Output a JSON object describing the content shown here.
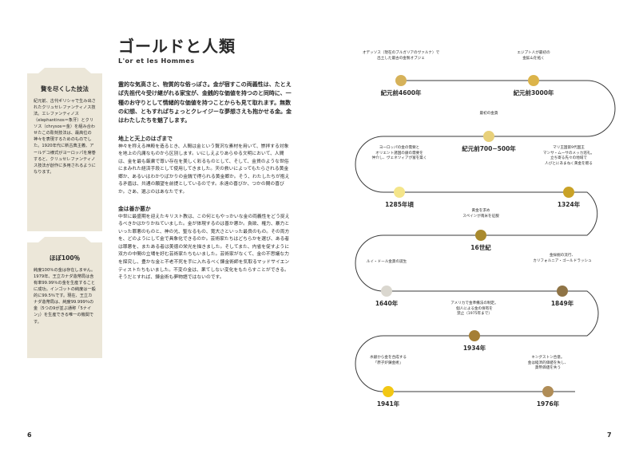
{
  "title": "ゴールドと人類",
  "subtitle": "L'or et les Hommes",
  "sidebar": {
    "box1": {
      "heading": "贅を尽くした技法",
      "text": "紀元前、古代ギリシャで生み出されたクリュセレファンティノス技法。エレファンティノス（elephantinos＝象牙）とクリソス（chrysos＝金）を組み合わせたこの彫刻技法は、最高位の神々を表現するためのものでした。1920年代に新古典主義、アールデコ様式がヨーロッパを席巻すると、クリュセレファンティノス技法が創作に多用されるようになります。"
    },
    "box2": {
      "heading": "ほぼ100％",
      "text": "純度100％の金は存在しません。1979年、王立カナダ造幣局は含有率99.99％の金を生産することに成功。インゴットの純度は一般的に99.5％です。現在、王立カナダ造幣局は、純度99.999％の金（5つの9が並ぶ通称「5ナイン」）を生産できる唯一の機関です。"
    }
  },
  "intro": "霊的な気高さと、物質的な俗っぽさ。金が宿すこの両義性は、たとえば先祖代々受け継がれる家宝が、金銭的な価値を持つのと同時に、一種のお守りとして情緒的な価値を持つことからも見て取れます。無数の幻想、ともすればちょっとクレイジーな夢想さえも抱かせる金。金はわたしたちを魅了します。",
  "sections": [
    {
      "heading": "地上と天上のはざまで",
      "text": "神々を称える神殿を造るとき、人間は金という贅沢な素材を用いて、崇拝する対象を地上の凡庸なものから区別します。いにしえよりあらゆる文明において、人間は、金を最も厳粛で尊い存在を美しく彩るものとして、そして、金貨のような世俗にまみれた経済手段として使用してきました。天の救いによってもたらされる黄金郷か、あるいはわかりばかりの金銭で得られる黄金郷か。そう、わたしたちが抱える矛盾は、共通の願望を前提としているのです。永遠の喜びか、つかの間の喜びか。さあ、選ぶのはあなたです。"
    },
    {
      "heading": "金は善か悪か",
      "text": "中世に最盛期を迎えたキリスト教は、この何ともやっかいな金の両義性をどう捉えるべきかはかりかねていました。金が体現するのは善か悪か。貪欲、権力、暴力といった罪悪のものと、神の光、聖なるもの、寛大さといった最良のもの。その両方を、どのようにして金で具象化できるのか。芸術家たちはどちらかを選び、ある者は罪悪を、またある者は美徳の栄光を描きました。そしてまた、内省を促すように双方の中間の立場を好む芸術家たちもいました。芸術家がなくて、金の不思議な力を探究し、豊かな金と不老不死を手に入れるべく錬金術師を気取るマッドサイエンティストたちもいました。不変の金は、果てしない変化をもたらすことができる。そうだとすれば、錬金術も夢物語ではないのです。"
    }
  ],
  "page_left": "6",
  "page_right": "7",
  "timeline": [
    {
      "label": "オデッソス（現在のブルガリアのヴァルナ）で\n出土した最古の金製オブジェ",
      "year": "紀元前4600年",
      "color": "#d6b25a"
    },
    {
      "label": "エジプト人が最初の\n金鉱山を拓く",
      "year": "紀元前3000年",
      "color": "#dcb44a"
    },
    {
      "label": "最初の金貨",
      "year": "紀元前700−500年",
      "color": "#e8d07a"
    },
    {
      "label": "ヨーロッパの金の需要と\nオリエント諸国の銀の需要を\n仲介し、ヴェネツィアが富を築く",
      "year": "1285年頃",
      "color": "#f4e58a"
    },
    {
      "label": "マリ王国第9代国王\nマンサ・ムーサのメッカ巡礼。\n立ち寄る先々の地域で\n人びとにあまねく黄金を贈る",
      "year": "1324年",
      "color": "#c9a227"
    },
    {
      "label": "黄金を求め\nスペインが南米を征服",
      "year": "16世紀",
      "color": "#a98a2e"
    },
    {
      "label": "ルイ・ドール金貨の誕生",
      "year": "1640年",
      "color": "#dad7cf"
    },
    {
      "label": "金採掘の流行、\nカリフォルニア・ゴールドラッシュ",
      "year": "1849年",
      "color": "#8f7446"
    },
    {
      "label": "アメリカで金準備法の制定。\n個人による金の保有を\n禁止（1975年まで）",
      "year": "1934年",
      "color": "#a57f35"
    },
    {
      "label": "水銀から金を合成する\n「原子炉錬金術」",
      "year": "1941年",
      "color": "#f2c714"
    },
    {
      "label": "キングストン合意。\n金は経済的価値を失し、\n貨幣価値を失う",
      "year": "1976年",
      "color": "#b08d57"
    }
  ]
}
